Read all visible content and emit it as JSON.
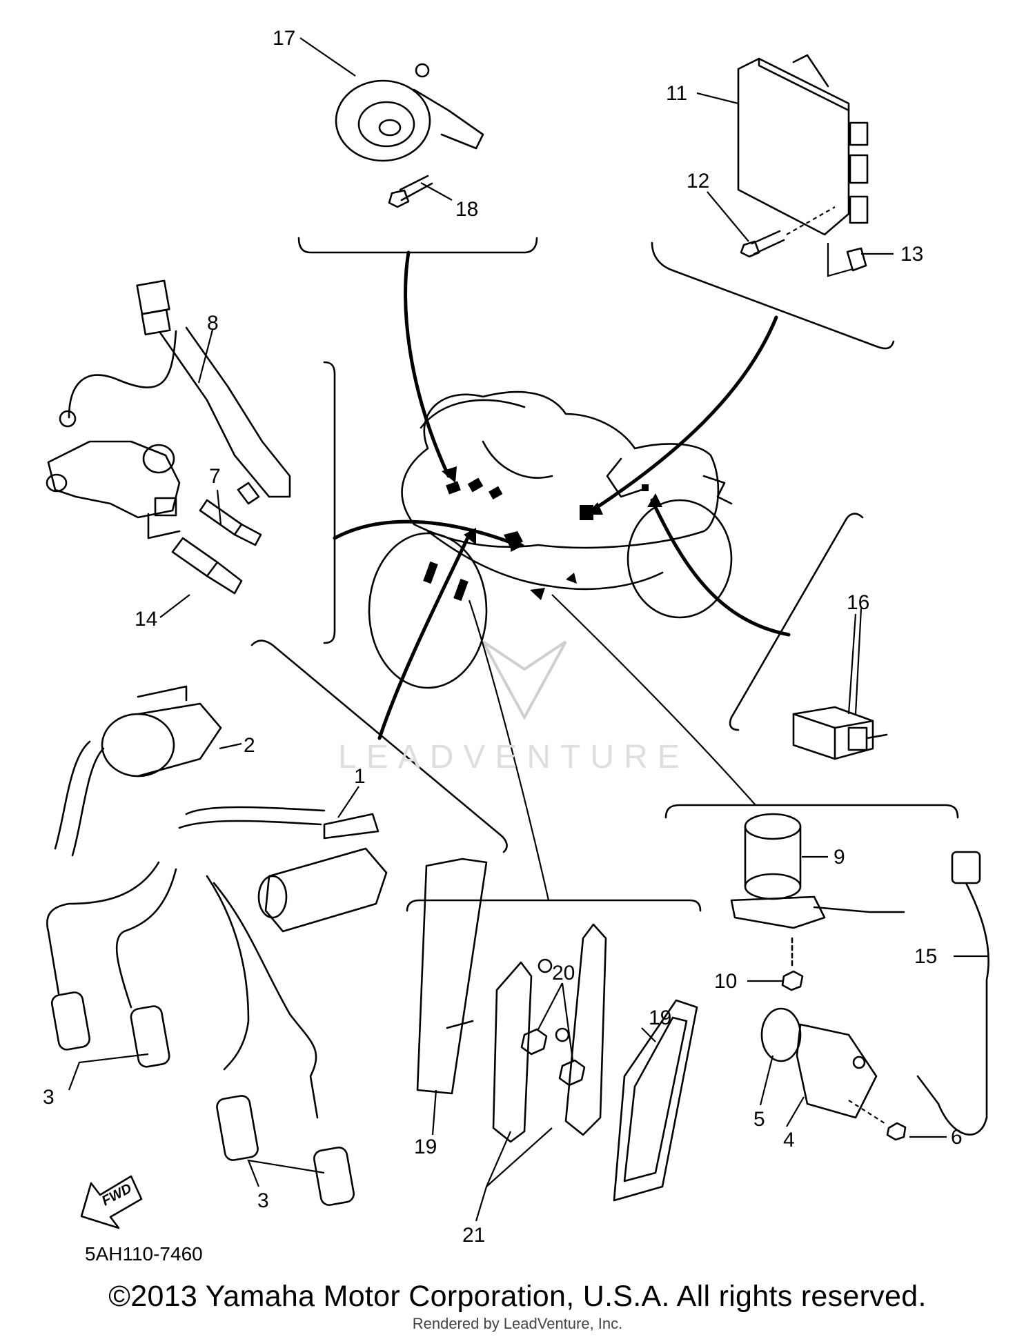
{
  "diagram": {
    "code": "5AH110-7460",
    "copyright": "©2013 Yamaha Motor Corporation, U.S.A. All rights reserved.",
    "rendered_by": "Rendered by LeadVenture, Inc.",
    "watermark": "LEADVENTURE",
    "fwd_label": "FWD",
    "callouts": {
      "c1": "1",
      "c2": "2",
      "c3a": "3",
      "c3b": "3",
      "c4": "4",
      "c5": "5",
      "c6": "6",
      "c7": "7",
      "c8": "8",
      "c9": "9",
      "c10": "10",
      "c11": "11",
      "c12": "12",
      "c13": "13",
      "c14": "14",
      "c15": "15",
      "c16": "16",
      "c17": "17",
      "c18": "18",
      "c19a": "19",
      "c19b": "19",
      "c20": "20",
      "c21": "21"
    }
  }
}
